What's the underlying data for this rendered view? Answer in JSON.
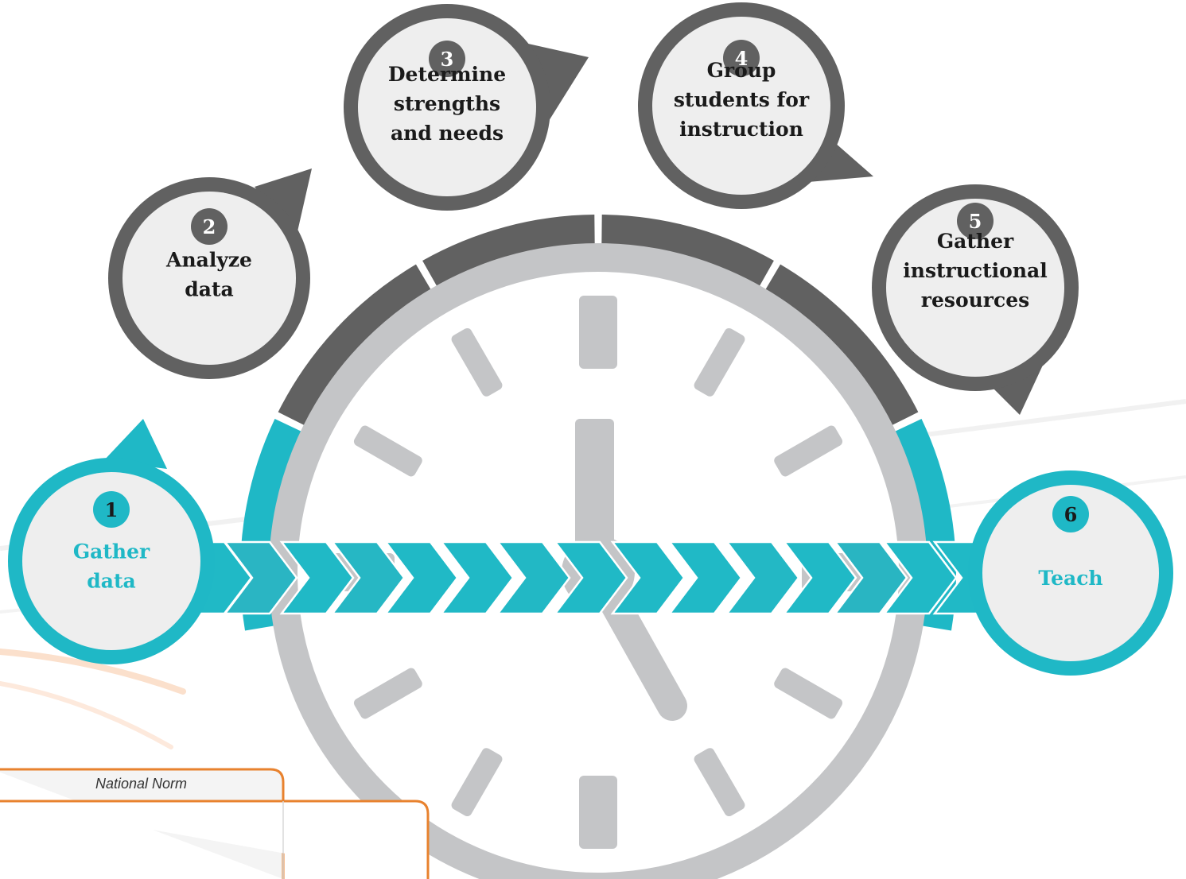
{
  "colors": {
    "teal": "#1fb8c6",
    "dark": "#616161",
    "clock": "#c4c5c7",
    "bubble_fill": "#eeeeee",
    "orange": "#e8822e",
    "text_dark": "#1a1a1a"
  },
  "steps": [
    {
      "number": "1",
      "lines": [
        "Gather",
        "data"
      ],
      "style": "teal"
    },
    {
      "number": "2",
      "lines": [
        "Analyze",
        "data"
      ],
      "style": "dark"
    },
    {
      "number": "3",
      "lines": [
        "Determine",
        "strengths",
        "and needs"
      ],
      "style": "dark"
    },
    {
      "number": "4",
      "lines": [
        "Group",
        "students for",
        "instruction"
      ],
      "style": "dark"
    },
    {
      "number": "5",
      "lines": [
        "Gather",
        "instructional",
        "resources"
      ],
      "style": "dark"
    },
    {
      "number": "6",
      "lines": [
        "Teach"
      ],
      "style": "teal"
    }
  ],
  "table": {
    "header": "National Norm"
  }
}
